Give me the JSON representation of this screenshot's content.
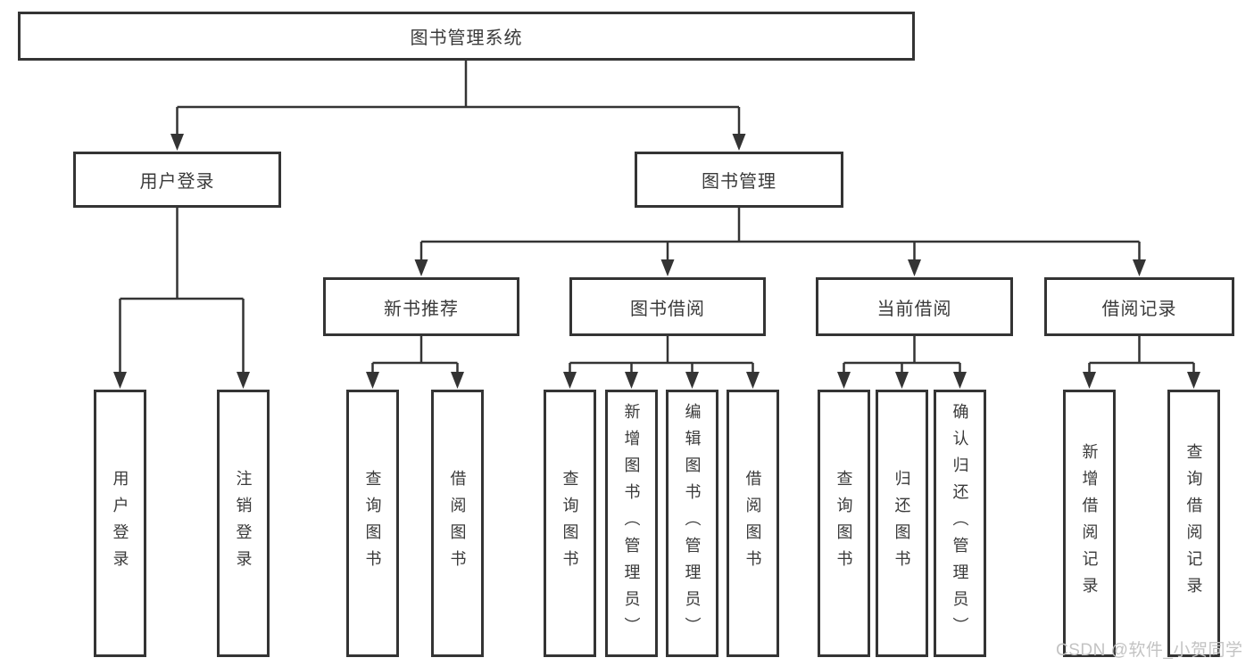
{
  "tree": {
    "root": {
      "label": "图书管理系统"
    },
    "login": {
      "label": "用户登录",
      "children": [
        {
          "label": "用户登录"
        },
        {
          "label": "注销登录"
        }
      ]
    },
    "mgmt": {
      "label": "图书管理",
      "sections": [
        {
          "label": "新书推荐",
          "children": [
            {
              "label": "查询图书"
            },
            {
              "label": "借阅图书"
            }
          ]
        },
        {
          "label": "图书借阅",
          "children": [
            {
              "label": "查询图书"
            },
            {
              "label": "新增图书（管理员）"
            },
            {
              "label": "编辑图书（管理员）"
            },
            {
              "label": "借阅图书"
            }
          ]
        },
        {
          "label": "当前借阅",
          "children": [
            {
              "label": "查询图书"
            },
            {
              "label": "归还图书"
            },
            {
              "label": "确认归还（管理员）"
            }
          ]
        },
        {
          "label": "借阅记录",
          "children": [
            {
              "label": "新增借阅记录"
            },
            {
              "label": "查询借阅记录"
            }
          ]
        }
      ]
    }
  },
  "watermark": {
    "text": "CSDN @软件_小贺同学"
  },
  "colors": {
    "line": "#343434",
    "box_border": "#343434",
    "text": "#3a3a3a",
    "background": "#ffffff",
    "watermark": "#c3c3c3"
  }
}
